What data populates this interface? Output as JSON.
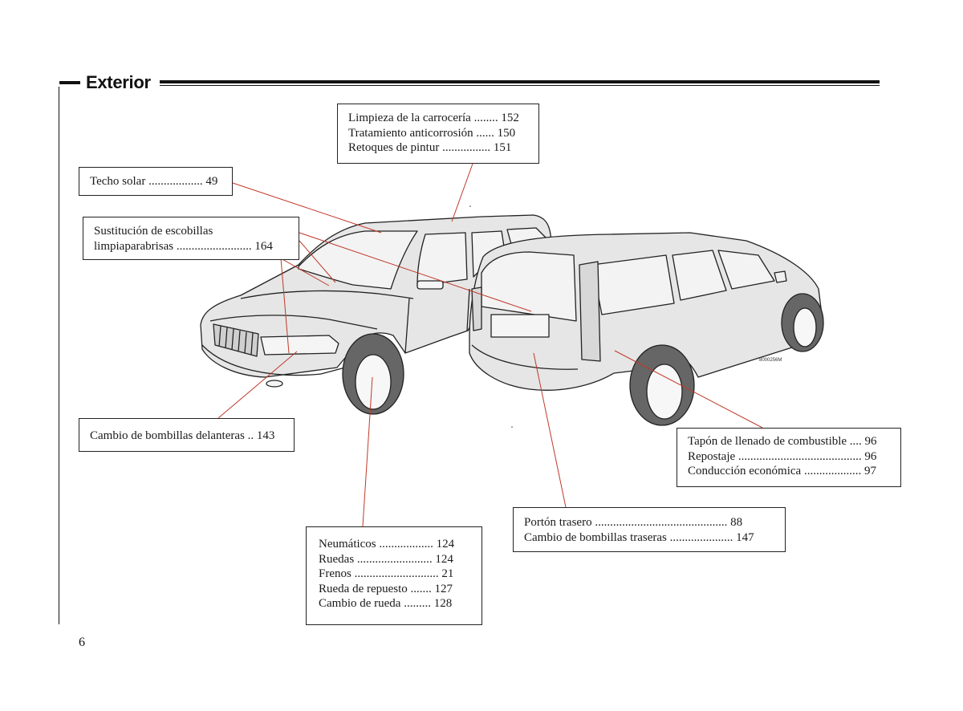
{
  "header": {
    "title": "Exterior"
  },
  "page_number": "6",
  "image_code": "8000256M",
  "callouts": {
    "carroceria": [
      "Limpieza de la carrocería ........ 152",
      "Tratamiento  anticorrosión ...... 150",
      "Retoques  de  pintur  ................ 151"
    ],
    "techo": [
      "Techo solar .................. 49"
    ],
    "escobillas": [
      "Sustitución de escobillas",
      "limpiaparabrisas ......................... 164"
    ],
    "delanteras": [
      "Cambio de bombillas delanteras .. 143"
    ],
    "combustible": [
      "Tapón de llenado de combustible .... 96",
      "Repostaje ......................................... 96",
      "Conducción económica  ................... 97"
    ],
    "porton": [
      "Portón  trasero ............................................ 88",
      "Cambio de bombillas traseras ..................... 147"
    ],
    "ruedas": [
      "Neumáticos .................. 124",
      "Ruedas ......................... 124",
      "Frenos ............................ 21",
      "Rueda de repuesto ....... 127",
      "Cambio de rueda .........  128"
    ]
  }
}
